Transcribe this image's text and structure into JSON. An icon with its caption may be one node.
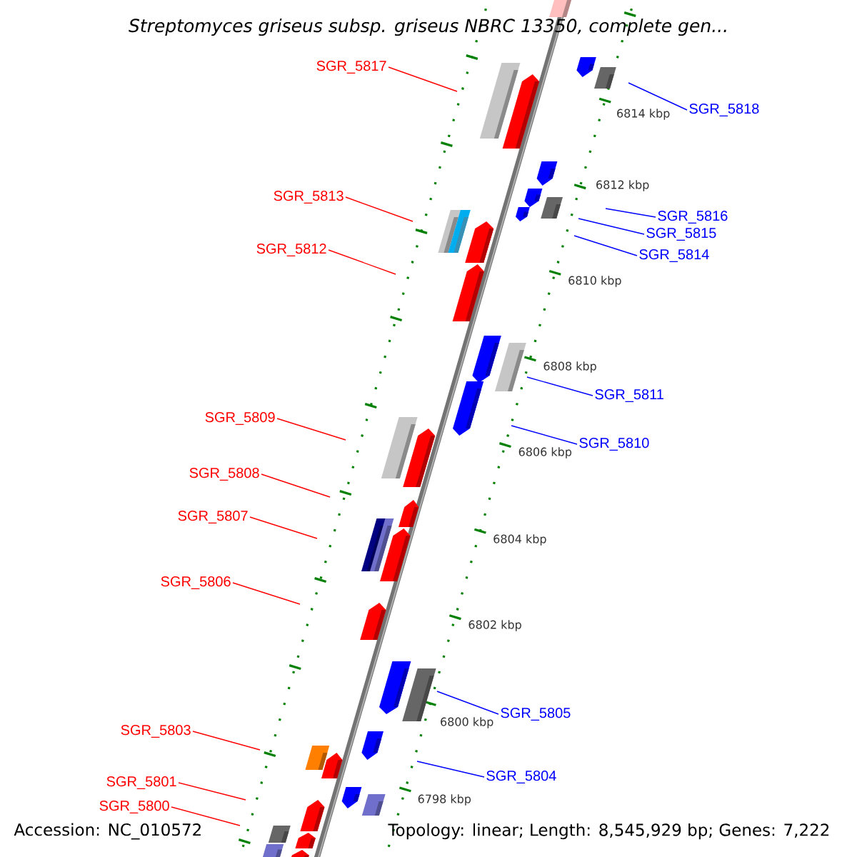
{
  "diagram": {
    "title": "Streptomyces griseus subsp. griseus NBRC 13350, complete gen...",
    "nodes": [
      {
        "text": [
          "SGR_5817"
        ]
      },
      {
        "text": [
          "SGR_5818"
        ]
      },
      {
        "text": [
          "SGR_5813"
        ]
      },
      {
        "text": [
          "SGR_5816"
        ]
      },
      {
        "text": [
          "SGR_5815"
        ]
      },
      {
        "text": [
          "SGR_5812"
        ]
      },
      {
        "text": [
          "SGR_5814"
        ]
      },
      {
        "text": [
          "SGR_5811"
        ]
      },
      {
        "text": [
          "SGR_5809"
        ]
      },
      {
        "text": [
          "SGR_5810"
        ]
      },
      {
        "text": [
          "SGR_5808"
        ]
      },
      {
        "text": [
          "SGR_5807"
        ]
      },
      {
        "text": [
          "SGR_5806"
        ]
      },
      {
        "text": [
          "SGR_5805"
        ]
      },
      {
        "text": [
          "SGR_5803"
        ]
      },
      {
        "text": [
          "SGR_5804"
        ]
      },
      {
        "text": [
          "SGR_5801"
        ]
      },
      {
        "text": [
          "SGR_5800"
        ]
      }
    ],
    "edges": [
      {
        "from": 0,
        "to": null,
        "arrow": "none"
      },
      {
        "from": 1,
        "to": null,
        "arrow": "none",
        "color": "#0000ff"
      },
      {
        "from": 2,
        "to": null,
        "arrow": "none"
      },
      {
        "from": 3,
        "to": null,
        "arrow": "none",
        "color": "#0000ff"
      },
      {
        "from": 4,
        "to": null,
        "arrow": "none",
        "color": "#0000ff"
      },
      {
        "from": 5,
        "to": null,
        "arrow": "none"
      },
      {
        "from": 6,
        "to": null,
        "arrow": "none",
        "color": "#0000ff"
      },
      {
        "from": 7,
        "to": null,
        "arrow": "none",
        "color": "#0000ff"
      },
      {
        "from": 8,
        "to": null,
        "arrow": "none"
      },
      {
        "from": 9,
        "to": null,
        "arrow": "none",
        "color": "#0000ff"
      },
      {
        "from": 10,
        "to": null,
        "arrow": "none"
      },
      {
        "from": 11,
        "to": null,
        "arrow": "none"
      },
      {
        "from": 12,
        "to": null,
        "arrow": "none"
      },
      {
        "from": 13,
        "to": null,
        "arrow": "none",
        "color": "#0000ff"
      },
      {
        "from": 14,
        "to": null,
        "arrow": "none"
      },
      {
        "from": 15,
        "to": null,
        "arrow": "none",
        "color": "#0000ff"
      },
      {
        "from": 16,
        "to": null,
        "arrow": "none"
      },
      {
        "from": 17,
        "to": null,
        "arrow": "none"
      }
    ],
    "labels": [
      "6814 kbp",
      "6812 kbp",
      "6810 kbp",
      "6808 kbp",
      "6806 kbp",
      "6804 kbp",
      "6802 kbp",
      "6800 kbp",
      "6798 kbp",
      "Accession: NC_010572",
      "Topology: linear; Length: 8,545,929 bp; Genes: 7,222"
    ]
  }
}
